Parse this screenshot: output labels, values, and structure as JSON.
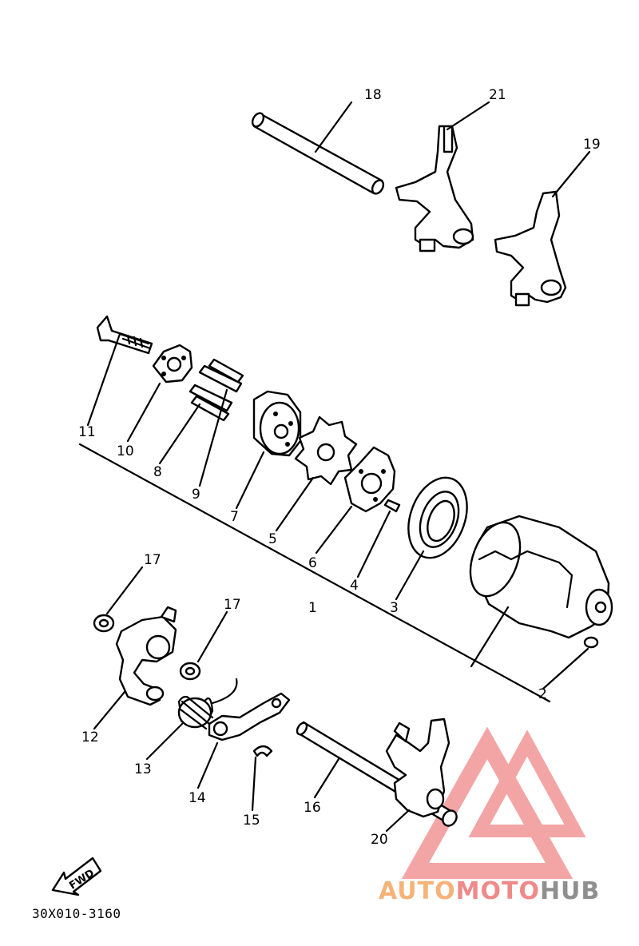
{
  "diagram_code": "30X010-3160",
  "fwd_label": "FWD",
  "watermark": {
    "part1": "AUTO",
    "part2": "MOTO",
    "part3": "HUB",
    "colors": {
      "part1": "#f5b37a",
      "part2": "#ef8a8a",
      "part3": "#8f8f8f",
      "logo": "#ef7f7f"
    }
  },
  "callouts": {
    "c1": "1",
    "c2": "2",
    "c3": "3",
    "c4": "4",
    "c5": "5",
    "c6": "6",
    "c7": "7",
    "c8": "8",
    "c9": "9",
    "c10": "10",
    "c11": "11",
    "c12": "12",
    "c13": "13",
    "c14": "14",
    "c15": "15",
    "c16": "16",
    "c17a": "17",
    "c17b": "17",
    "c18": "18",
    "c19": "19",
    "c20": "20",
    "c21": "21"
  }
}
